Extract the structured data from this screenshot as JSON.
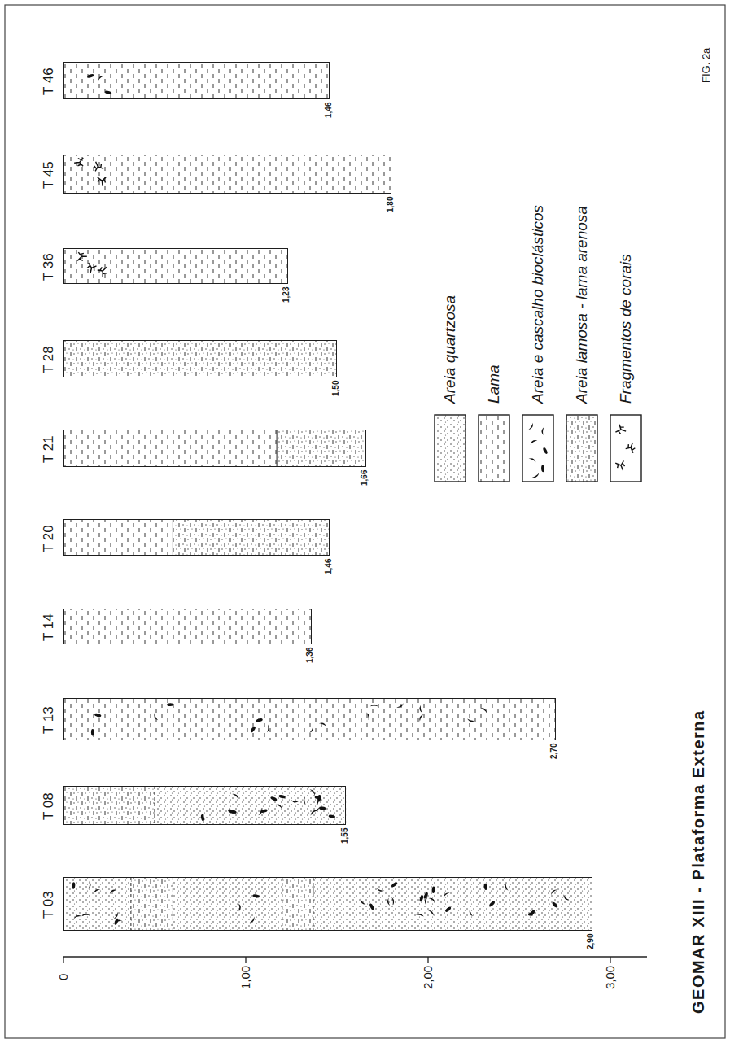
{
  "diagram": {
    "title": "GEOMAR XIII - Plataforma Externa",
    "caption": "FIG. 2a",
    "nodes": [
      {
        "text": [
          "T 03",
          "2,90"
        ]
      },
      {
        "text": [
          "T 08",
          "1,55"
        ]
      },
      {
        "text": [
          "T 13",
          "2,70"
        ]
      },
      {
        "text": [
          "T 14",
          "1,36"
        ]
      },
      {
        "text": [
          "T 20",
          "1,46"
        ]
      },
      {
        "text": [
          "T 21",
          "1,66"
        ]
      },
      {
        "text": [
          "T 28",
          "1,50"
        ]
      },
      {
        "text": [
          "T 36",
          "1,23"
        ]
      },
      {
        "text": [
          "T 45",
          "1,80"
        ]
      },
      {
        "text": [
          "T 46",
          "1,46"
        ]
      }
    ],
    "labels": [
      "0",
      "1,00",
      "2,00",
      "3,00"
    ],
    "legend": [
      {
        "text": "Areia quartzosa"
      },
      {
        "text": "Lama"
      },
      {
        "text": "Areia e cascalho bioclásticos"
      },
      {
        "text": "Areia lamosa - lama arenosa"
      },
      {
        "text": "Fragmentos de corais"
      }
    ]
  }
}
